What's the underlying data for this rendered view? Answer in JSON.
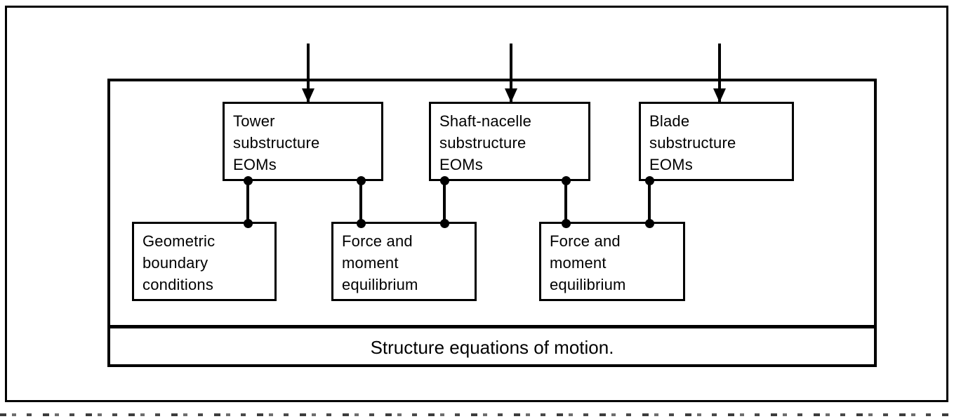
{
  "diagram": {
    "title": "Structure equations of motion.",
    "caption": "Structure equations of motion.",
    "line_color": "#000000",
    "background_color": "#ffffff",
    "upper_nodes": [
      {
        "id": "tower",
        "lines": [
          "Tower",
          "substructure",
          "EOMs"
        ],
        "line1": "Tower",
        "line2": "substructure",
        "line3": "EOMs"
      },
      {
        "id": "shaft-nacelle",
        "lines": [
          "Shaft-nacelle",
          "substructure",
          "EOMs"
        ],
        "line1": "Shaft-nacelle",
        "line2": "substructure",
        "line3": "EOMs"
      },
      {
        "id": "blade",
        "lines": [
          "Blade",
          "substructure",
          "EOMs"
        ],
        "line1": "Blade",
        "line2": "substructure",
        "line3": "EOMs"
      }
    ],
    "lower_nodes": [
      {
        "id": "geometric-boundary-conditions",
        "lines": [
          "Geometric",
          "boundary",
          "conditions"
        ],
        "line1": "Geometric",
        "line2": "boundary",
        "line3": "conditions"
      },
      {
        "id": "force-and-moment-equilibrium-1",
        "lines": [
          "Force and",
          "moment",
          "equilibrium"
        ],
        "line1": "Force and",
        "line2": "moment",
        "line3": "equilibrium"
      },
      {
        "id": "force-and-moment-equilibrium-2",
        "lines": [
          "Force and",
          "moment",
          "equilibrium"
        ],
        "line1": "Force and",
        "line2": "moment",
        "line3": "equilibrium"
      }
    ],
    "input_arrows": [
      {
        "id": "arrow-to-tower",
        "target": "tower"
      },
      {
        "id": "arrow-to-shaft-nacelle",
        "target": "shaft-nacelle"
      },
      {
        "id": "arrow-to-blade",
        "target": "blade"
      }
    ],
    "connectors": [
      {
        "id": "tower-to-geometric",
        "from": "tower",
        "to": "geometric-boundary-conditions"
      },
      {
        "id": "tower-to-force-1",
        "from": "tower",
        "to": "force-and-moment-equilibrium-1"
      },
      {
        "id": "shaft-to-force-1",
        "from": "shaft-nacelle",
        "to": "force-and-moment-equilibrium-1"
      },
      {
        "id": "shaft-to-force-2",
        "from": "shaft-nacelle",
        "to": "force-and-moment-equilibrium-2"
      },
      {
        "id": "blade-to-force-2",
        "from": "blade",
        "to": "force-and-moment-equilibrium-2"
      }
    ]
  }
}
